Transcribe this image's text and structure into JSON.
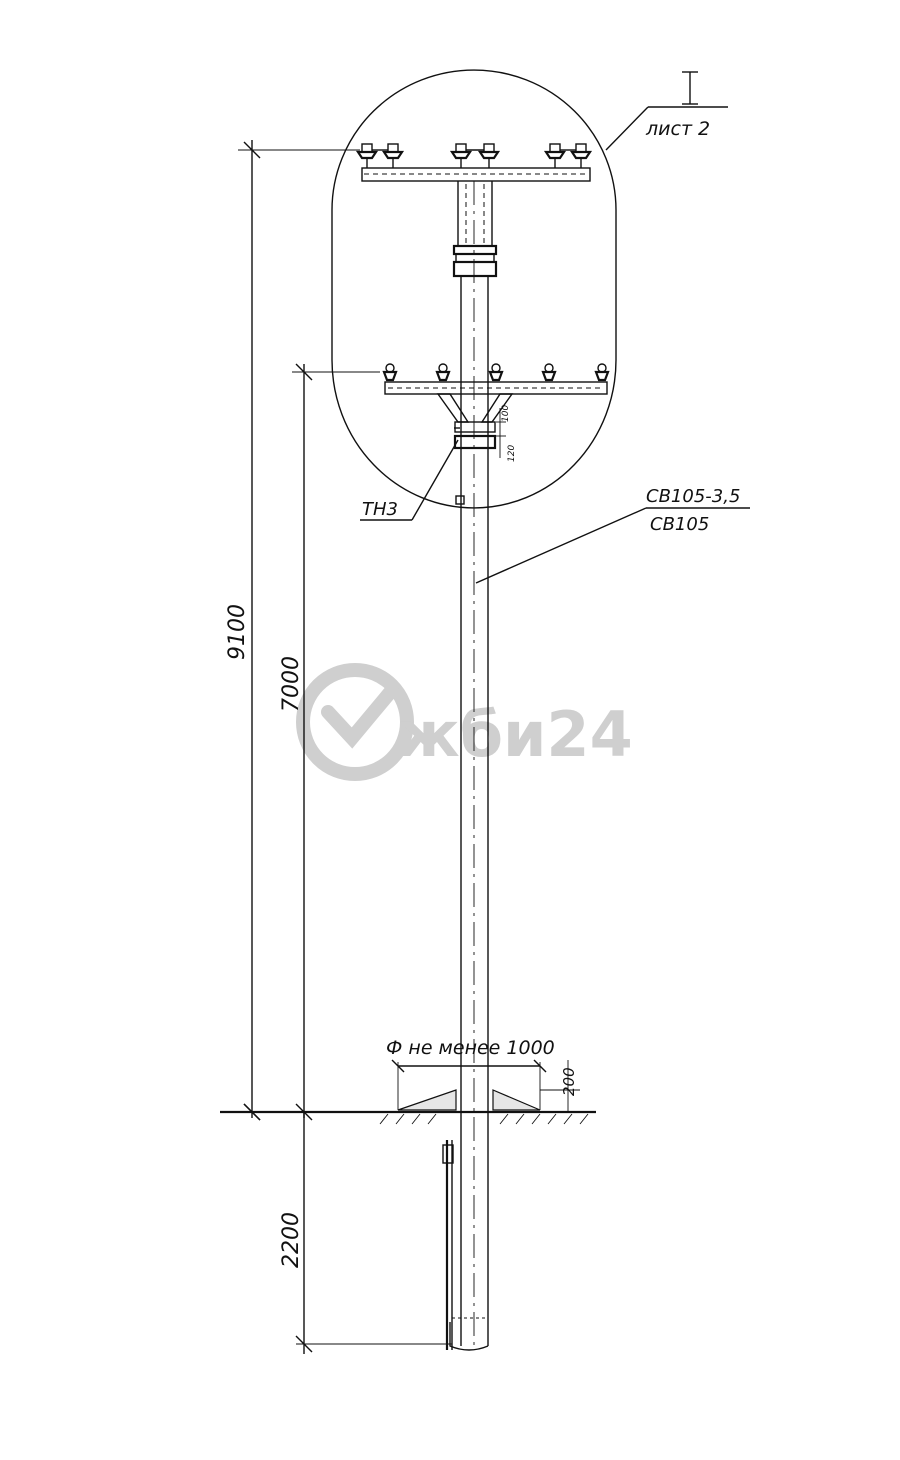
{
  "labels": {
    "section_mark": "I",
    "sheet_ref": "лист 2",
    "pole_mark_top": "СВ105-3,5",
    "pole_mark_bottom": "СВ105",
    "grounding": "ТН3",
    "dim_total": "9100",
    "dim_lower_crossarm": "7000",
    "dim_embed": "2200",
    "dim_pit": "Ф не менее 1000",
    "dim_mound": "200",
    "dim_small_1": "100",
    "dim_small_2": "120"
  },
  "watermark": {
    "text": "жби24",
    "color": "#cfcfcf"
  }
}
